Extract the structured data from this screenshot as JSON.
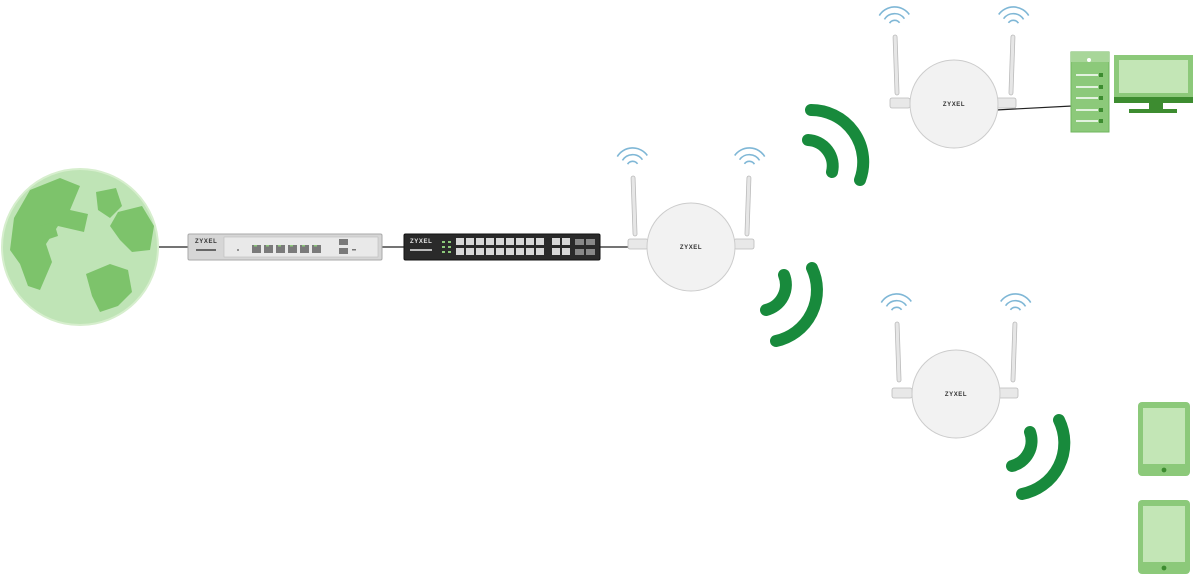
{
  "brand": {
    "router_label": "ZYXEL",
    "switch_label": "ZYXEL",
    "ap_main_label": "ZYXEL",
    "ap_upper_label": "ZYXEL",
    "ap_lower_label": "ZYXEL"
  },
  "colors": {
    "globe_land": "#7dc36b",
    "globe_ocean": "#bfe4b6",
    "device_green": "#8cc97a",
    "device_green_light": "#c3e6b6",
    "device_green_dark": "#3d8c30",
    "wifi_arc": "#188a3c",
    "ap_body": "#f2f2f2",
    "ap_border": "#cccccc",
    "antenna_wave": "#7fb7d6",
    "switch_body": "#2a2a2a",
    "router_body": "#d6d6d6",
    "link": "#222222"
  },
  "icons": {
    "internet": "globe-icon",
    "router": "router-icon",
    "switch": "switch-icon",
    "access_point": "access-point-icon",
    "desktop": "desktop-pc-icon",
    "tablet": "tablet-icon",
    "wireless": "wifi-signal-icon"
  }
}
